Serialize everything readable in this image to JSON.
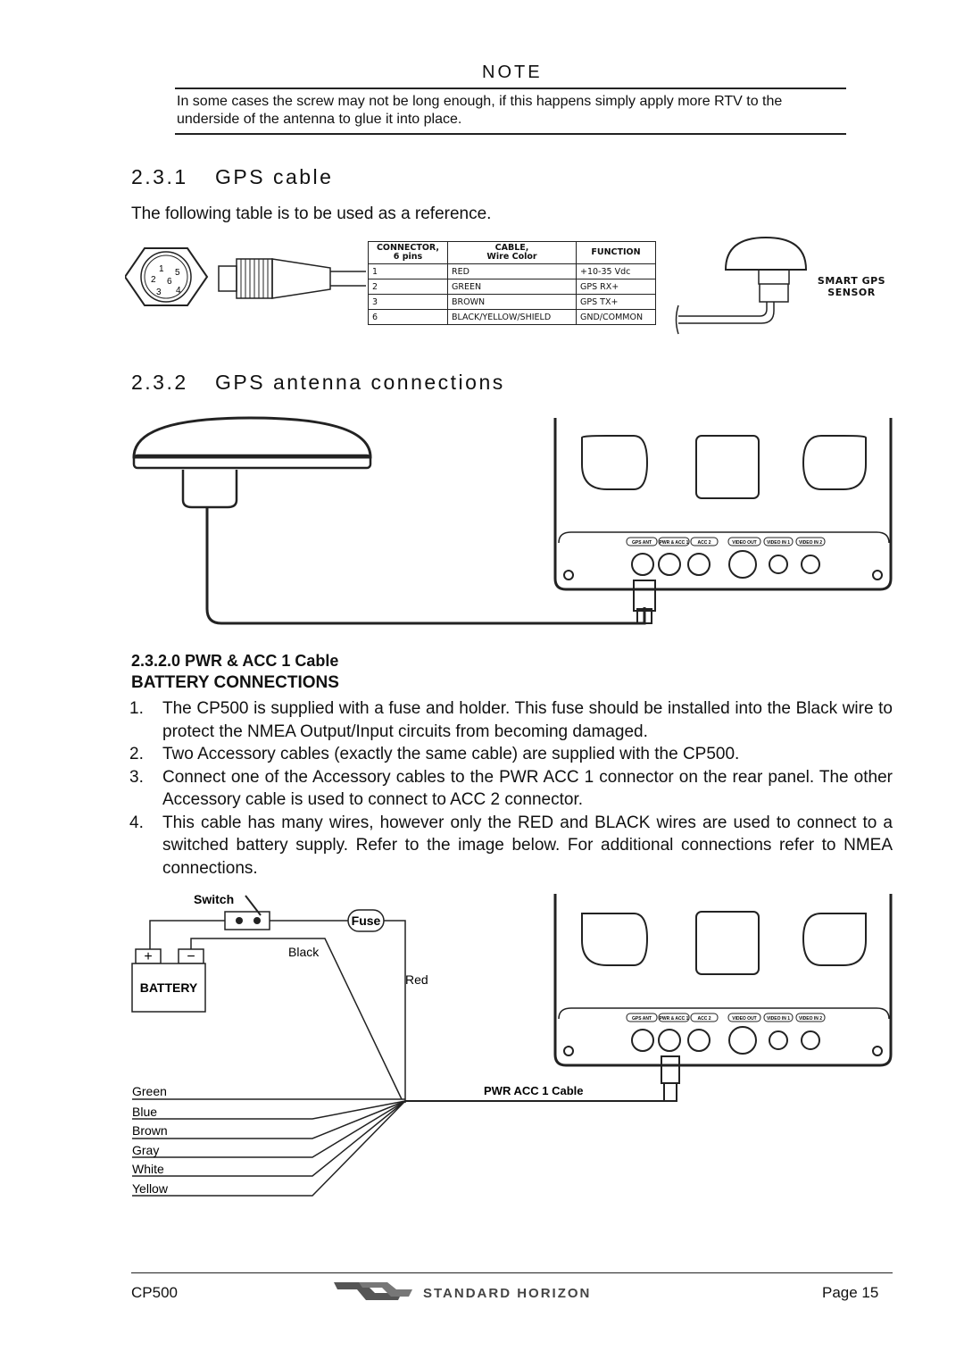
{
  "note": {
    "title": "NOTE",
    "text": "In some cases the screw may not be long enough, if this happens simply apply more RTV to the underside of the antenna to glue it into place."
  },
  "section1": {
    "number": "2.3.1",
    "title": "GPS cable",
    "intro": "The following table is to be used as a reference."
  },
  "cable_table": {
    "headers": {
      "connector": "CONNECTOR,",
      "connector_sub": "6 pins",
      "cable": "CABLE,",
      "cable_sub": "Wire Color",
      "function": "FUNCTION"
    },
    "rows": [
      {
        "pin": "1",
        "color": "RED",
        "function": "+10-35 Vdc"
      },
      {
        "pin": "2",
        "color": "GREEN",
        "function": "GPS RX+"
      },
      {
        "pin": "3",
        "color": "BROWN",
        "function": "GPS TX+"
      },
      {
        "pin": "6",
        "color": "BLACK/YELLOW/SHIELD",
        "function": "GND/COMMON"
      }
    ]
  },
  "connector_pins": [
    "1",
    "5",
    "2",
    "6",
    "3",
    "4"
  ],
  "sensor_label_line1": "SMART GPS",
  "sensor_label_line2": "SENSOR",
  "section2": {
    "number": "2.3.2",
    "title": "GPS antenna connections"
  },
  "panel_ports": [
    "GPS ANT",
    "PWR & ACC 1",
    "ACC 2",
    "VIDEO OUT",
    "VIDEO IN 1",
    "VIDEO IN 2"
  ],
  "subsection": {
    "title": "2.3.2.0 PWR & ACC 1 Cable",
    "subtitle": "BATTERY CONNECTIONS"
  },
  "steps": [
    {
      "n": "1.",
      "text": "The CP500 is supplied with a fuse and holder. This fuse should be installed into the Black wire to protect the NMEA Output/Input circuits from becoming damaged."
    },
    {
      "n": "2.",
      "text": "Two Accessory cables (exactly the same cable) are supplied with the CP500."
    },
    {
      "n": "3.",
      "text": "Connect one of the Accessory cables to the PWR ACC 1 connector on the rear panel. The other Accessory cable is used to connect to ACC 2 connector."
    },
    {
      "n": "4.",
      "text": "This cable has many wires, however only the RED and BLACK wires are used to connect to a switched battery supply. Refer to the image below. For additional connections refer to NMEA connections."
    }
  ],
  "wiring": {
    "switch": "Switch",
    "fuse": "Fuse",
    "battery": "BATTERY",
    "plus": "+",
    "minus": "−",
    "black": "Black",
    "red": "Red",
    "cable": "PWR ACC 1 Cable",
    "wires": [
      "Green",
      "Blue",
      "Brown",
      "Gray",
      "White",
      "Yellow"
    ]
  },
  "footer": {
    "model": "CP500",
    "brand": "STANDARD HORIZON",
    "page": "Page 15"
  }
}
